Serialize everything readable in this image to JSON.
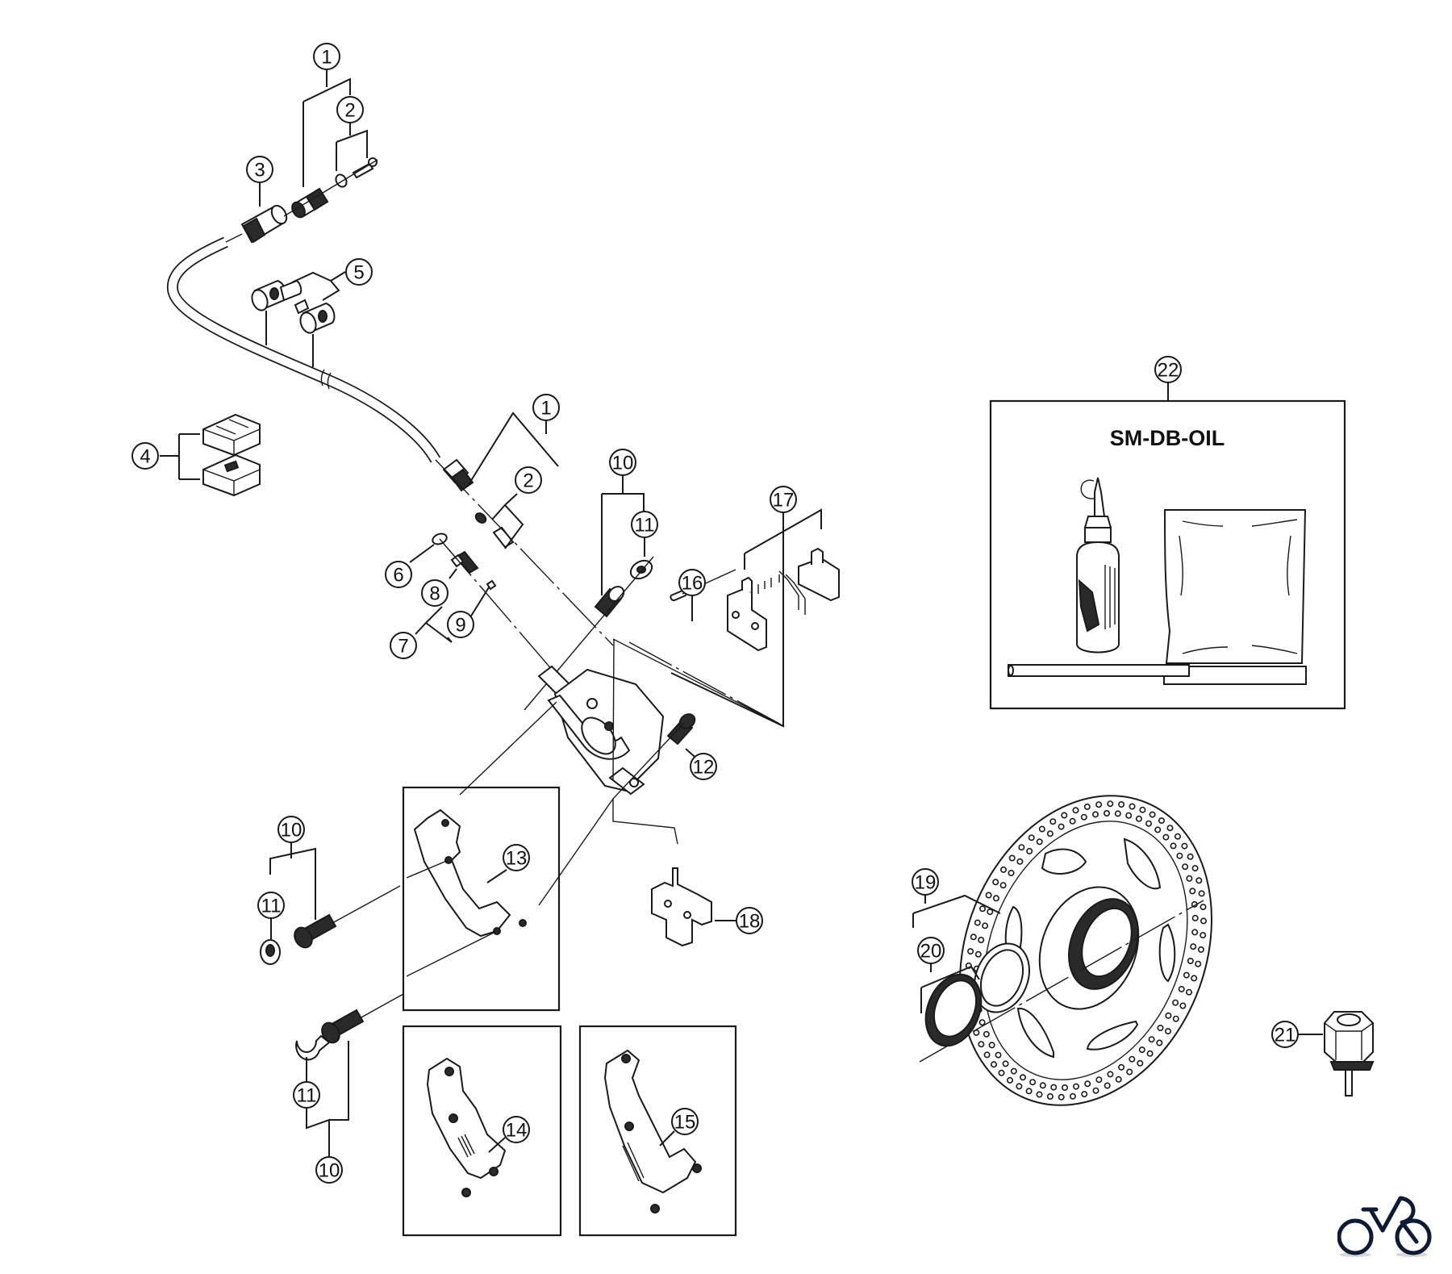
{
  "diagram": {
    "type": "exploded-parts-diagram",
    "subject": "hydraulic disc brake (caliper, hose, rotor)",
    "callouts": [
      {
        "id": "c1a",
        "number": "1",
        "part": "hose connector insert (lever side)"
      },
      {
        "id": "c2a",
        "number": "2",
        "part": "connector insert pin (lever side)"
      },
      {
        "id": "c3",
        "number": "3",
        "part": "hose connecting bolt"
      },
      {
        "id": "c4",
        "number": "4",
        "part": "hose clamp blocks"
      },
      {
        "id": "c5",
        "number": "5",
        "part": "hose cable guides"
      },
      {
        "id": "c1b",
        "number": "1",
        "part": "hose connector insert (caliper side)"
      },
      {
        "id": "c2b",
        "number": "2",
        "part": "connector insert pin (caliper side)"
      },
      {
        "id": "c6",
        "number": "6",
        "part": "bleed nipple cap"
      },
      {
        "id": "c8",
        "number": "8",
        "part": "bleed nipple"
      },
      {
        "id": "c9",
        "number": "9",
        "part": "bleed ball"
      },
      {
        "id": "c7",
        "number": "7",
        "part": "bleed nipple assembly"
      },
      {
        "id": "c10a",
        "number": "10",
        "part": "caliper fixing bolt"
      },
      {
        "id": "c11a",
        "number": "11",
        "part": "bolt retainer"
      },
      {
        "id": "c16",
        "number": "16",
        "part": "pad axle / split pin"
      },
      {
        "id": "c17",
        "number": "17",
        "part": "disc brake pads with spring"
      },
      {
        "id": "c12",
        "number": "12",
        "part": "caliper mounting bolt"
      },
      {
        "id": "c10b",
        "number": "10",
        "part": "adapter fixing bolt"
      },
      {
        "id": "c11b",
        "number": "11",
        "part": "bolt retainer"
      },
      {
        "id": "c13",
        "number": "13",
        "part": "mount adapter"
      },
      {
        "id": "c18",
        "number": "18",
        "part": "pad spacer"
      },
      {
        "id": "c11c",
        "number": "11",
        "part": "bolt retainer"
      },
      {
        "id": "c10c",
        "number": "10",
        "part": "adapter fixing bolt"
      },
      {
        "id": "c14",
        "number": "14",
        "part": "mount adapter (alt.)"
      },
      {
        "id": "c15",
        "number": "15",
        "part": "mount adapter (alt.)"
      },
      {
        "id": "c22",
        "number": "22",
        "part": "mineral oil bleed kit"
      },
      {
        "id": "c19",
        "number": "19",
        "part": "disc brake rotor"
      },
      {
        "id": "c20",
        "number": "20",
        "part": "lock ring and washer"
      },
      {
        "id": "c21",
        "number": "21",
        "part": "lock ring tool"
      }
    ],
    "oil_kit_label": "SM-DB-OIL"
  },
  "logo": {
    "icon": "bicycle-logo-icon",
    "color": "#0f1a33"
  }
}
